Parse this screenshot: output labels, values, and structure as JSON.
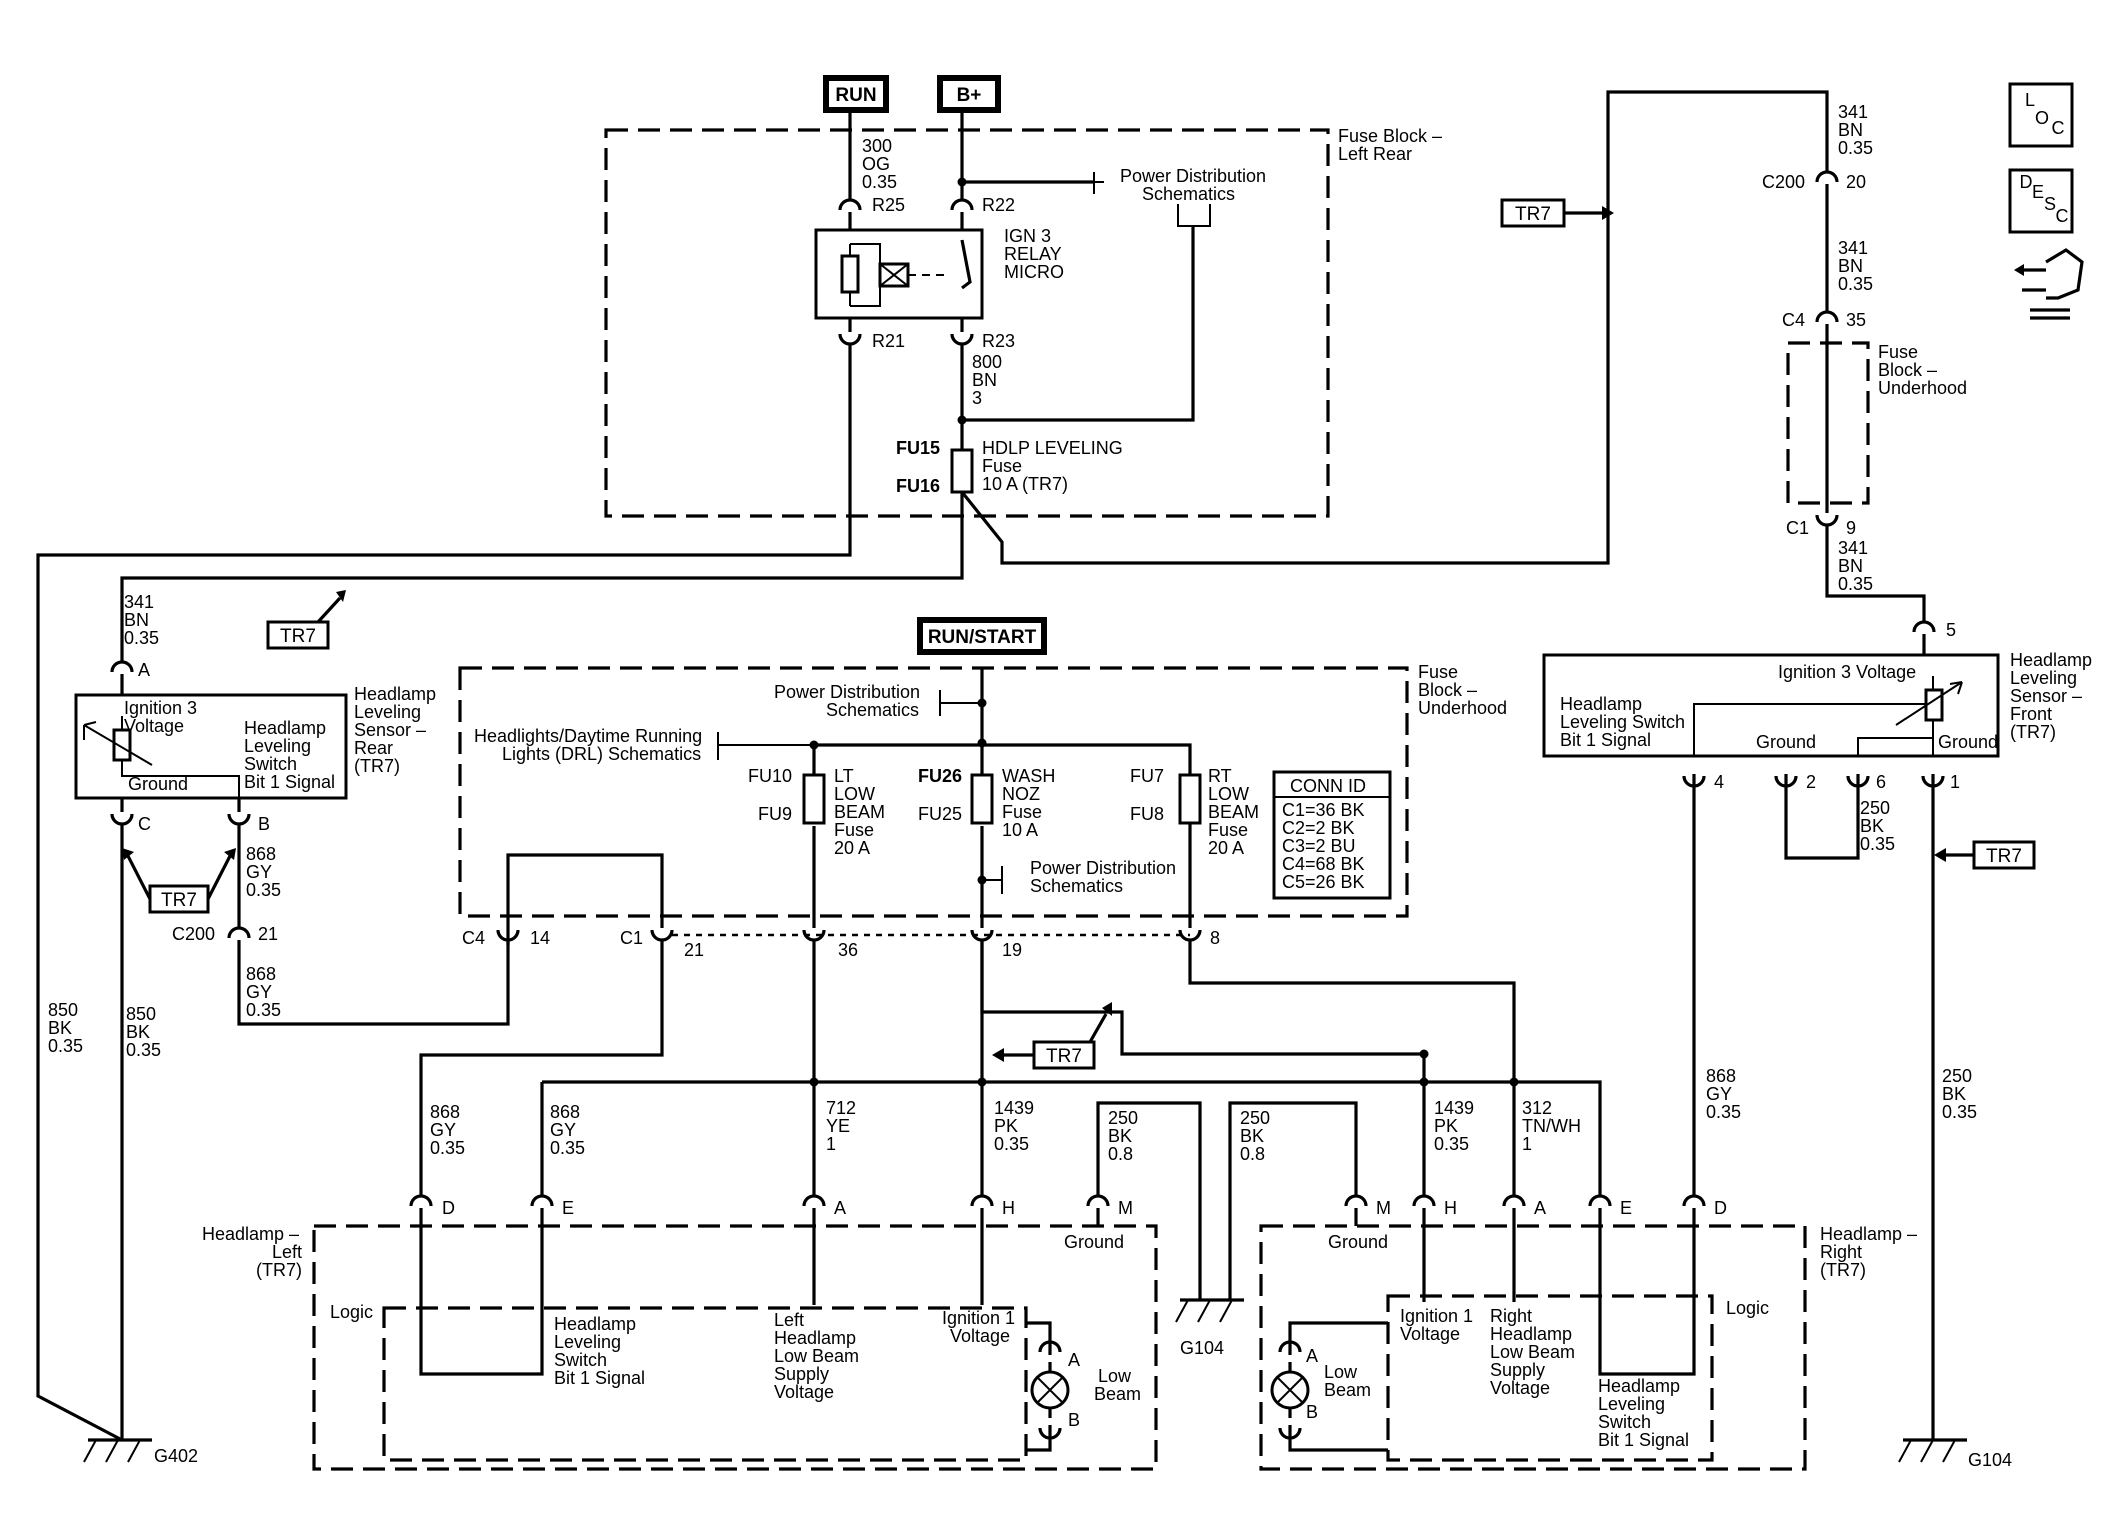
{
  "sources": {
    "run": "RUN",
    "bplus": "B+",
    "run_start": "RUN/START"
  },
  "fuse_block_lr": {
    "title": [
      "Fuse Block –",
      "Left Rear"
    ],
    "wire_300": [
      "300",
      "OG",
      "0.35"
    ],
    "pin_r25": "R25",
    "pin_r22": "R22",
    "pin_r21": "R21",
    "pin_r23": "R23",
    "relay": [
      "IGN 3",
      "RELAY",
      "MICRO"
    ],
    "pwr_dist": [
      "Power Distribution",
      "Schematics"
    ],
    "wire_800": [
      "800",
      "BN",
      "3"
    ],
    "fuse_ids": [
      "FU15",
      "FU16"
    ],
    "fuse": [
      "HDLP LEVELING",
      "Fuse",
      "10 A (TR7)"
    ]
  },
  "right_feed": {
    "wire_341_top": [
      "341",
      "BN",
      "0.35"
    ],
    "c200": "C200",
    "c200_pin": "20",
    "wire_341_mid": [
      "341",
      "BN",
      "0.35"
    ],
    "c4": "C4",
    "c4_pin": "35",
    "fuse_block_uh": [
      "Fuse",
      "Block –",
      "Underhood"
    ],
    "c1": "C1",
    "c1_pin": "9",
    "wire_341_low": [
      "341",
      "BN",
      "0.35"
    ]
  },
  "front_sensor": {
    "pin5": "5",
    "ign3": "Ignition 3 Voltage",
    "switch_sig": [
      "Headlamp",
      "Leveling Switch",
      "Bit 1 Signal"
    ],
    "ground1": "Ground",
    "ground2": "Ground",
    "title": [
      "Headlamp",
      "Leveling",
      "Sensor –",
      "Front",
      "(TR7)"
    ],
    "pins": [
      "4",
      "2",
      "6",
      "1"
    ],
    "wire_250": [
      "250",
      "BK",
      "0.35"
    ]
  },
  "rear_sensor": {
    "wire_341": [
      "341",
      "BN",
      "0.35"
    ],
    "pin_a": "A",
    "ign3": [
      "Ignition 3",
      "Voltage"
    ],
    "switch_sig": [
      "Headlamp",
      "Leveling",
      "Switch",
      "Bit 1 Signal"
    ],
    "ground": "Ground",
    "title": [
      "Headlamp",
      "Leveling",
      "Sensor –",
      "Rear",
      "(TR7)"
    ],
    "pin_c": "C",
    "pin_b": "B",
    "wire_868a": [
      "868",
      "GY",
      "0.35"
    ],
    "c200": "C200",
    "c200_pin": "21",
    "wire_868b": [
      "868",
      "GY",
      "0.35"
    ],
    "wire_850a": [
      "850",
      "BK",
      "0.35"
    ],
    "wire_850b": [
      "850",
      "BK",
      "0.35"
    ]
  },
  "fuse_block_uh": {
    "title": [
      "Fuse",
      "Block –",
      "Underhood"
    ],
    "pwr_dist_top": [
      "Power Distribution",
      "Schematics"
    ],
    "drl": [
      "Headlights/Daytime Running",
      "Lights (DRL) Schematics"
    ],
    "fuse_lt": {
      "ids": [
        "FU10",
        "FU9"
      ],
      "label": [
        "LT",
        "LOW",
        "BEAM",
        "Fuse",
        "20 A"
      ]
    },
    "fuse_wash": {
      "ids": [
        "FU26",
        "FU25"
      ],
      "label": [
        "WASH",
        "NOZ",
        "Fuse",
        "10 A"
      ]
    },
    "fuse_rt": {
      "ids": [
        "FU7",
        "FU8"
      ],
      "label": [
        "RT",
        "LOW",
        "BEAM",
        "Fuse",
        "20 A"
      ]
    },
    "pwr_dist_low": [
      "Power Distribution",
      "Schematics"
    ],
    "conn_id_title": "CONN ID",
    "conn_ids": [
      "C1=36 BK",
      "C2=2 BK",
      "C3=2 BU",
      "C4=68 BK",
      "C5=26 BK"
    ]
  },
  "connectors": {
    "c4": "C4",
    "c4_pin": "14",
    "c1": "C1",
    "c1_pin": "21",
    "pin36": "36",
    "pin19": "19",
    "pin8": "8"
  },
  "wires": {
    "w868_l1": [
      "868",
      "GY",
      "0.35"
    ],
    "w868_l2": [
      "868",
      "GY",
      "0.35"
    ],
    "w712": [
      "712",
      "YE",
      "1"
    ],
    "w1439_l": [
      "1439",
      "PK",
      "0.35"
    ],
    "w250_l": [
      "250",
      "BK",
      "0.8"
    ],
    "w250_r": [
      "250",
      "BK",
      "0.8"
    ],
    "w1439_r": [
      "1439",
      "PK",
      "0.35"
    ],
    "w312": [
      "312",
      "TN/WH",
      "1"
    ],
    "w868_r": [
      "868",
      "GY",
      "0.35"
    ],
    "w250_far": [
      "250",
      "BK",
      "0.35"
    ]
  },
  "headlamp_left": {
    "title": [
      "Headlamp –",
      "Left",
      "(TR7)"
    ],
    "pins": [
      "D",
      "E",
      "A",
      "H",
      "M"
    ],
    "ground": "Ground",
    "logic": "Logic",
    "switch_sig": [
      "Headlamp",
      "Leveling",
      "Switch",
      "Bit 1 Signal"
    ],
    "supply": [
      "Left",
      "Headlamp",
      "Low Beam",
      "Supply",
      "Voltage"
    ],
    "ign1": [
      "Ignition 1",
      "Voltage"
    ],
    "lamp_a": "A",
    "lamp_b": "B",
    "low_beam": [
      "Low",
      "Beam"
    ]
  },
  "headlamp_right": {
    "title": [
      "Headlamp –",
      "Right",
      "(TR7)"
    ],
    "pins": [
      "M",
      "H",
      "A",
      "E",
      "D"
    ],
    "ground": "Ground",
    "logic": "Logic",
    "ign1": [
      "Ignition 1",
      "Voltage"
    ],
    "supply": [
      "Right",
      "Headlamp",
      "Low Beam",
      "Supply",
      "Voltage"
    ],
    "switch_sig": [
      "Headlamp",
      "Leveling",
      "Switch",
      "Bit 1 Signal"
    ],
    "lamp_a": "A",
    "lamp_b": "B",
    "low_beam": [
      "Low",
      "Beam"
    ]
  },
  "grounds": {
    "g402": "G402",
    "g104_mid": "G104",
    "g104_right": "G104"
  },
  "tr7": "TR7",
  "icons": {
    "loc": [
      "L",
      "O",
      "C"
    ],
    "desc": [
      "D",
      "E",
      "S",
      "C"
    ]
  }
}
